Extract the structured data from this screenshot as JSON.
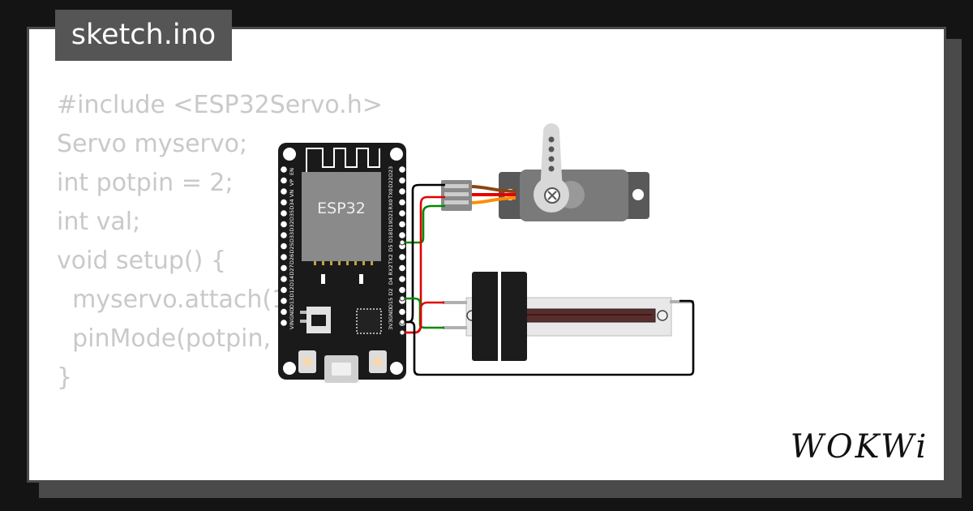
{
  "file_tab": {
    "label": "sketch.ino"
  },
  "code_lines": [
    "#include <ESP32Servo.h>",
    "",
    "Servo myservo;",
    "",
    "int potpin = 2;",
    "int val;",
    "",
    "void setup() {",
    "  myservo.attach(18);",
    "  pinMode(potpin, INPUT);",
    "}"
  ],
  "board": {
    "chip_label": "ESP32",
    "left_pins": [
      "EN",
      "VP",
      "VN",
      "D34",
      "D35",
      "D32",
      "D33",
      "D25",
      "D26",
      "D27",
      "D14",
      "D12",
      "D13",
      "GND",
      "VIN"
    ],
    "right_pins": [
      "D23",
      "D22",
      "TX0",
      "RX0",
      "D21",
      "D19",
      "D18",
      "D5",
      "TX2",
      "RX2",
      "D4",
      "D2",
      "D15",
      "GND",
      "3V3"
    ]
  },
  "brand": {
    "logo_text": "WOKWi"
  },
  "colors": {
    "background": "#141414",
    "card": "#ffffff",
    "tab": "#555555",
    "code_text": "#c9c9c9",
    "board": "#1a1a1a",
    "wire_red": "#e00000",
    "wire_green": "#008a00",
    "wire_black": "#000000"
  }
}
